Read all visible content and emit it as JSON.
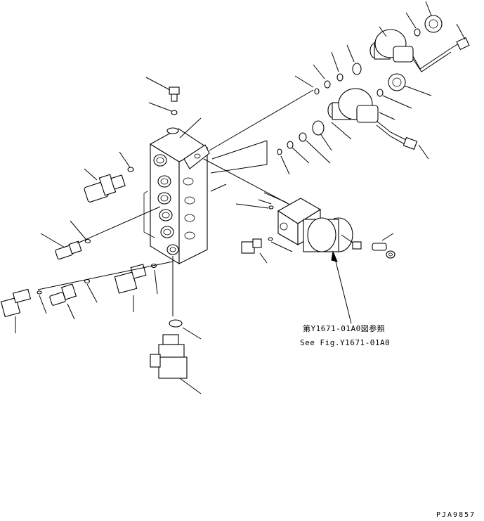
{
  "reference": {
    "japanese": "第Y1671-01A0図参照",
    "english": "See Fig.Y1671-01A0"
  },
  "drawing_code": "PJA9857"
}
